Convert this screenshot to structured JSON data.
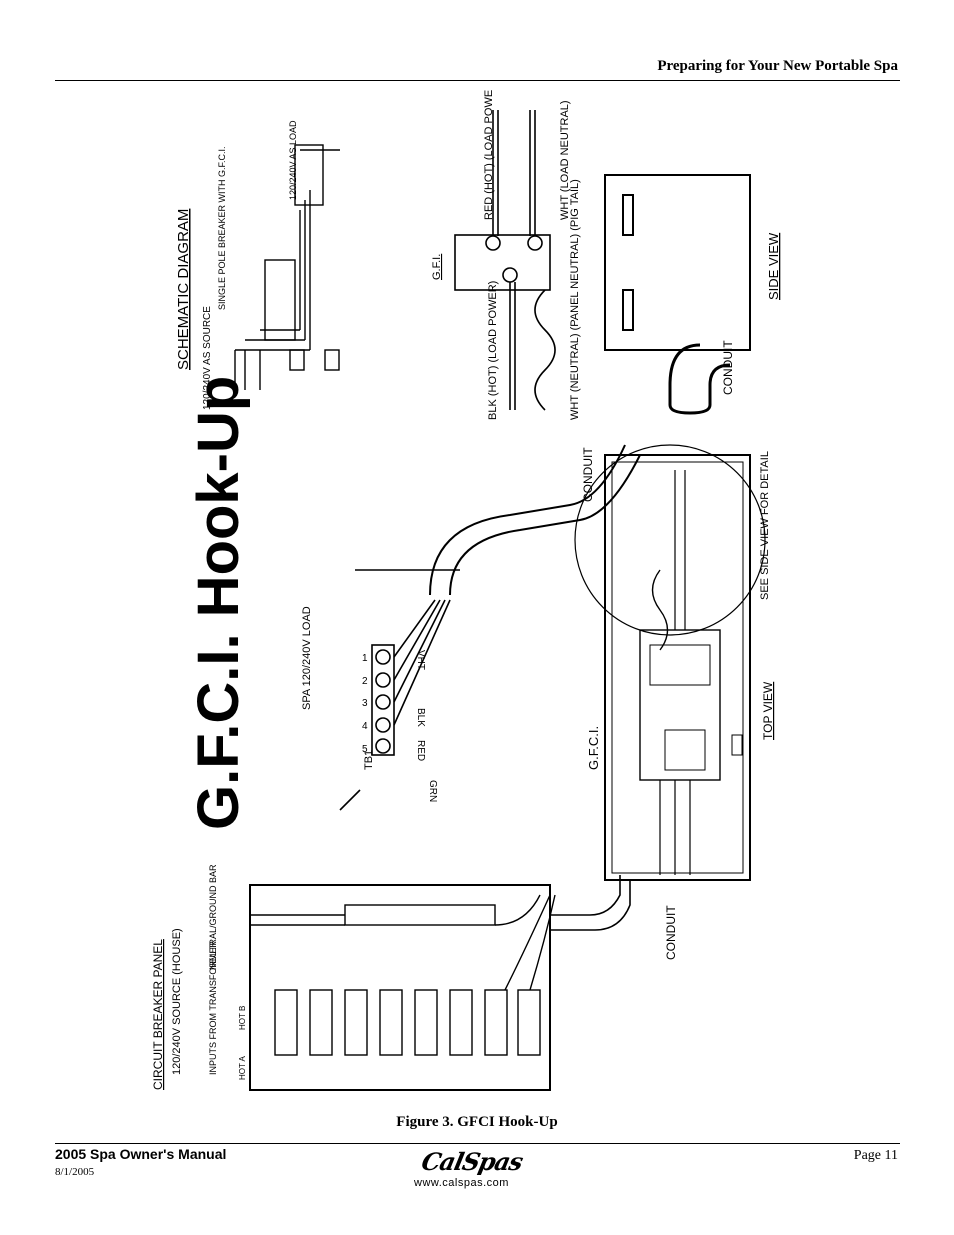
{
  "header": {
    "title": "Preparing for Your New Portable Spa"
  },
  "figure": {
    "main_title": "G.F.C.I. Hook-Up",
    "caption": "Figure 3. GFCI Hook-Up",
    "labels": {
      "schematic_diagram": "SCHEMATIC DIAGRAM",
      "source": "120/240V AS SOURCE",
      "single_pole": "SINGLE POLE BREAKER WITH G.F.C.I.",
      "as_load": "120/240V AS LOAD",
      "gfi": "G.F.I.",
      "red_hot": "RED (HOT) (LOAD POWER)",
      "wht_neutral": "WHT (LOAD NEUTRAL)",
      "blk_hot": "BLK (HOT) (LOAD POWER)",
      "wht_panel_neutral": "WHT (NEUTRAL) (PANEL NEUTRAL) (PIG TAIL)",
      "side_view": "SIDE VIEW",
      "conduit": "CONDUIT",
      "spa_load": "SPA 120/240V LOAD",
      "tb1": "TB1",
      "terminals": [
        "5",
        "4",
        "3",
        "2",
        "1"
      ],
      "wire_labels": [
        "GRN",
        "RED",
        "BLK",
        "VHT"
      ],
      "gfci": "G.F.C.I.",
      "top_view": "TOP VIEW",
      "see_side_view": "SEE SIDE VIEW FOR DETAIL",
      "circuit_breaker_panel": "CIRCUIT BREAKER PANEL",
      "source_house": "120/240V SOURCE (HOUSE)",
      "neutral_ground_bar": "NEUTRAL/GROUND BAR",
      "inputs_from_transformer": "INPUTS FROM TRANSFORMER",
      "hot_a": "HOT A",
      "hot_b": "HOT B"
    }
  },
  "footer": {
    "manual": "2005 Spa Owner's Manual",
    "date": "8/1/2005",
    "page": "Page 11",
    "logo_text": "CalSpas",
    "logo_url": "www.calspas.com"
  }
}
